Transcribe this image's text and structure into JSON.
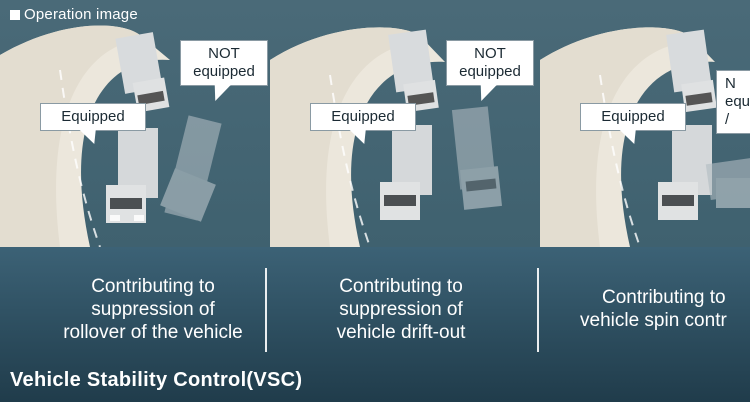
{
  "header": {
    "label": "Operation image"
  },
  "panels": [
    {
      "equipped": "Equipped",
      "not_equipped": [
        "NOT",
        "equipped"
      ],
      "caption": [
        "Contributing to",
        "suppression of",
        "rollover of the vehicle"
      ]
    },
    {
      "equipped": "Equipped",
      "not_equipped": [
        "NOT",
        "equipped"
      ],
      "caption": [
        "Contributing to",
        "suppression of",
        "vehicle drift-out"
      ]
    },
    {
      "equipped": "Equipped",
      "not_equipped": [
        "N",
        "equ",
        "/"
      ],
      "caption": [
        "Contributing to",
        "vehicle spin contr"
      ]
    }
  ],
  "footer": {
    "title": "Vehicle Stability Control(VSC)"
  },
  "colors": {
    "background": "#2c4e61",
    "road": "#e9e4d8",
    "truck": "#d9dcde",
    "ghost": "#a8b4bc"
  }
}
